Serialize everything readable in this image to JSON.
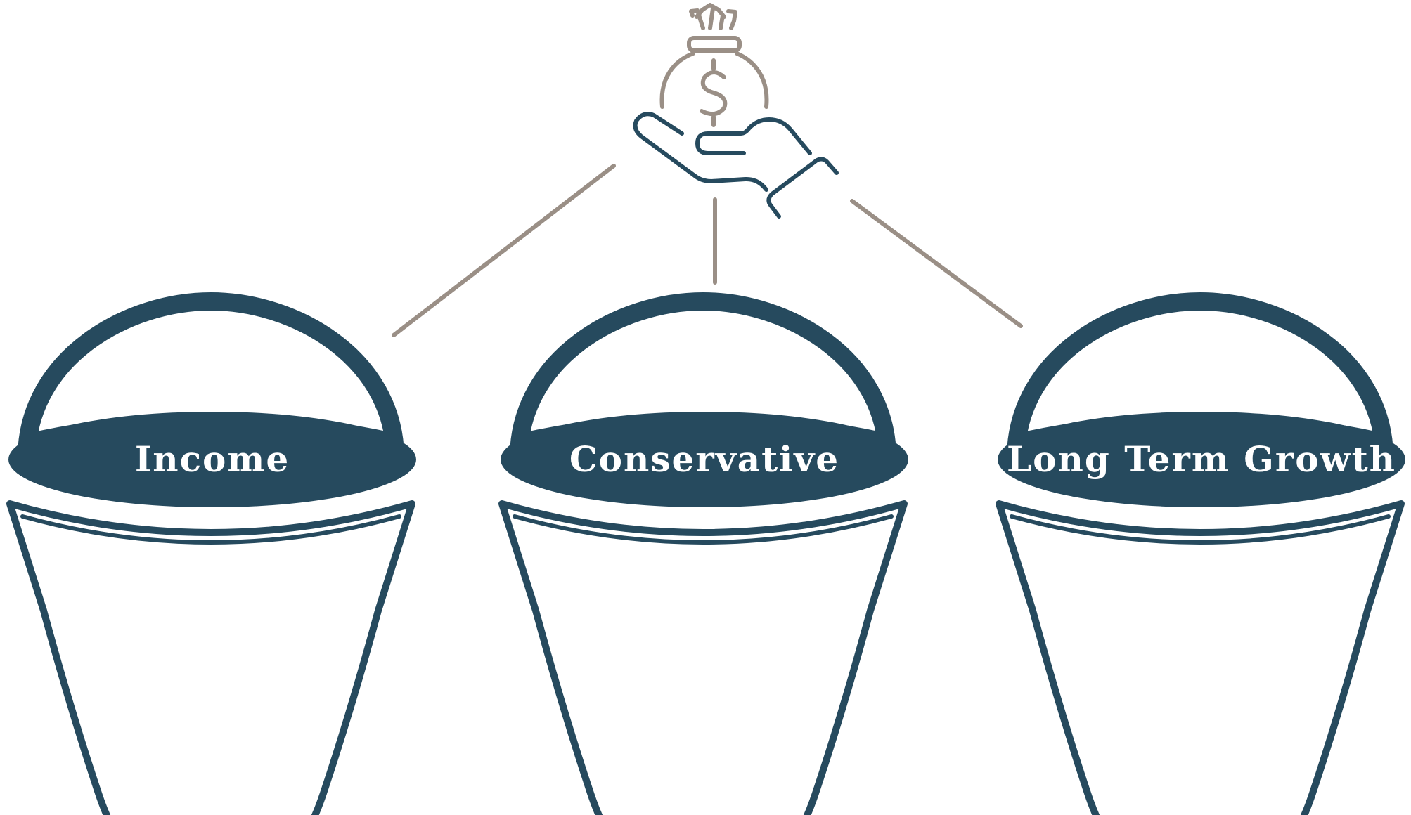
{
  "colors": {
    "navy": "#264A5E",
    "taupe": "#9A8F86",
    "background": "#FFFFFF"
  },
  "icon": {
    "name": "hand-holding-money-bag-icon",
    "symbol": "$"
  },
  "buckets": [
    {
      "label": "Income"
    },
    {
      "label": "Conservative"
    },
    {
      "label": "Long Term Growth"
    }
  ]
}
